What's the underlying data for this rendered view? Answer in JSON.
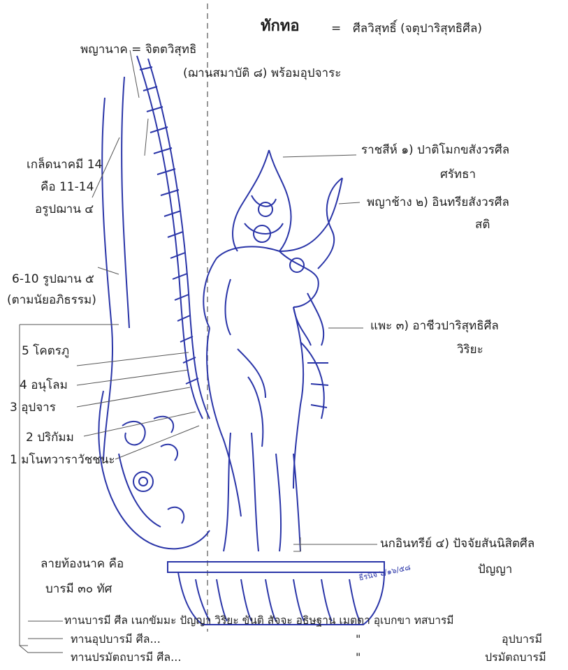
{
  "header": {
    "title": "ทักทอ",
    "equals": "=",
    "right_label": "ศีลวิสุทธิ์   (จตุปาริสุทธิศีล)"
  },
  "labels": {
    "phaya_nak": "พญานาค = จิตตวิสุทธิ",
    "jhana": "(ฌานสมาบัติ ๘) พร้อมอุปจาระ",
    "scale_1": "เกล็ดนาคมี 14",
    "scale_2": "คือ 11-14",
    "scale_3": "อรูปฌาน ๔",
    "rupa_1": "6-10 รูปฌาน ๕",
    "rupa_2": "(ตามนัยอภิธรรม)",
    "s5": "5 โคตรภู",
    "s4": "4 อนุโลม",
    "s3": "3 อุปจาร",
    "s2": "2 ปริกัมม",
    "s1": "1 มโนทวาราวัชชนะ",
    "belly_1": "ลายท้องนาค คือ",
    "belly_2": "บารมี ๓๐ ทัศ",
    "raja_1": "ราชสีห์   ๑) ปาติโมกขสังวรศีล",
    "raja_2": "ศรัทธา",
    "elephant_1": "พญาช้าง  ๒) อินทรียสังวรศีล",
    "elephant_2": "สติ",
    "goat_1": "แพะ  ๓) อาชีวปาริสุทธิศีล",
    "goat_2": "วิริยะ",
    "bird_1": "นกอินทรีย์ ๔) ปัจจัยสันนิสิตศีล",
    "bird_2": "ปัญญา",
    "signature": "ธีรนิจ  ๖/๑๖/๕๘"
  },
  "bottom": {
    "line1": "ทานบารมี ศีล เนกขัมมะ ปัญญา วิริยะ ขันติ สัจจะ อธิษฐาน เมตตา อุเบกขา ทสบารมี",
    "line2_left": "ทานอุปบารมี ศีล...",
    "line2_mid": "\"",
    "line2_right": "อุปบารมี",
    "line3_left": "ทานปรมัตถบารมี ศีล...",
    "line3_mid": "\"",
    "line3_right": "ปรมัตถบารมี"
  },
  "colors": {
    "ink": "#2a35a8",
    "text": "#1e1e1e",
    "leader": "#555555"
  }
}
